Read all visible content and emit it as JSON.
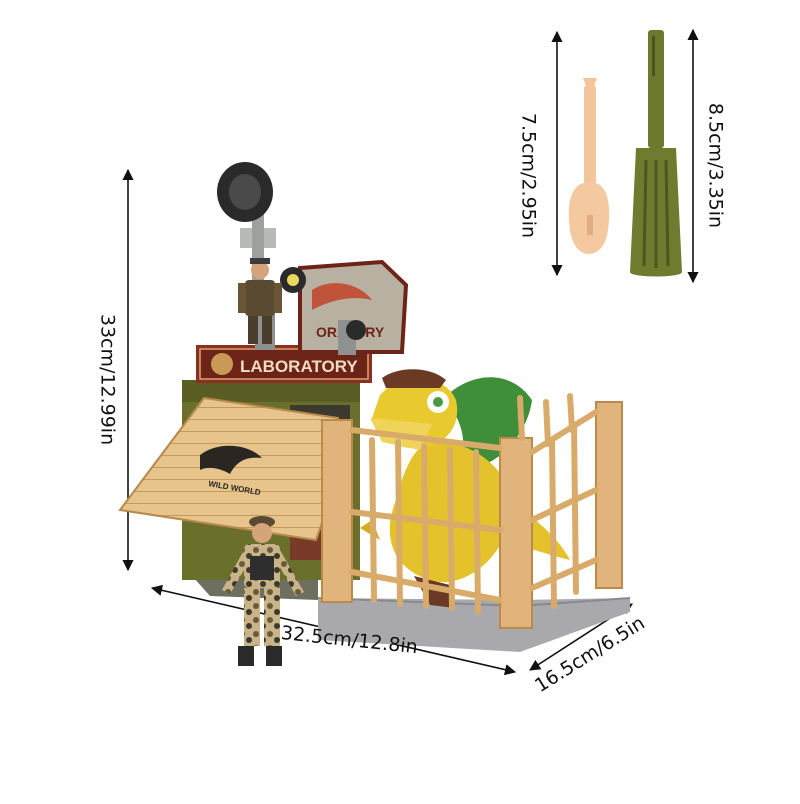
{
  "product": {
    "sign_text": "LABORATORY",
    "logo_text": "WILD WORLD",
    "back_sign_text": "ORATORY"
  },
  "dimensions": {
    "height": "33cm/12.99in",
    "width": "32.5cm/12.8in",
    "depth": "16.5cm/6.5in",
    "tool_small": "7.5cm/2.95in",
    "tool_large": "8.5cm/3.35in"
  },
  "colors": {
    "wood": "#e8c68e",
    "wood_dark": "#c99a55",
    "army_green": "#6b6f2c",
    "dino_yellow": "#e3c22b",
    "dino_green": "#3f8f3a",
    "sign_red": "#8a2f22",
    "base_gray": "#a9a9ad"
  },
  "icons": [
    "dimension-arrow-icon"
  ]
}
